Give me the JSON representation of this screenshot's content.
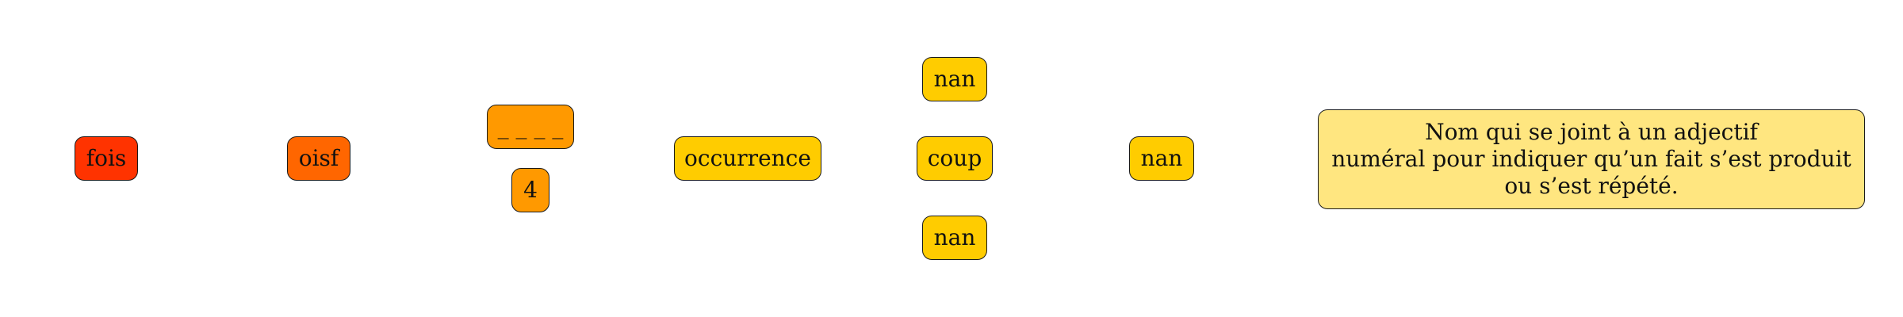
{
  "diagram": {
    "nodes": [
      {
        "id": "fois",
        "label": "fois",
        "color": "#FF3300"
      },
      {
        "id": "oisf",
        "label": "oisf",
        "color": "#FF6600"
      },
      {
        "id": "blank",
        "label": "_ _ _ _",
        "color": "#FF9900"
      },
      {
        "id": "four",
        "label": "4",
        "color": "#FF9900"
      },
      {
        "id": "occurrence",
        "label": "occurrence",
        "color": "#FFCC00"
      },
      {
        "id": "nan_top",
        "label": "nan",
        "color": "#FFCC00"
      },
      {
        "id": "coup",
        "label": "coup",
        "color": "#FFCC00"
      },
      {
        "id": "nan_bottom",
        "label": "nan",
        "color": "#FFCC00"
      },
      {
        "id": "nan_right",
        "label": "nan",
        "color": "#FFCC00"
      },
      {
        "id": "definition",
        "label_lines": [
          "Nom qui se joint à un adjectif",
          "numéral pour indiquer qu’un fait s’est produit",
          "ou s’est répété."
        ],
        "color": "#FFE680"
      }
    ]
  }
}
